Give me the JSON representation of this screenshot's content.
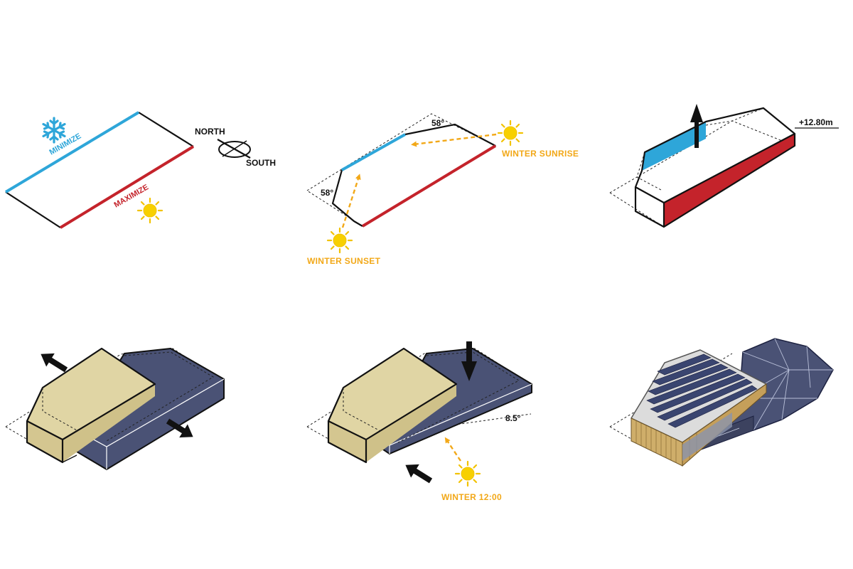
{
  "labels": {
    "minimize": "MINIMIZE",
    "maximize": "MAXIMIZE",
    "north": "NORTH",
    "south": "SOUTH",
    "angle_top": "58°",
    "angle_left": "58°",
    "winter_sunrise": "WINTER SUNRISE",
    "winter_sunset": "WINTER SUNSET",
    "height": "+12.80m",
    "slope": "8.5°",
    "winter_noon": "WINTER 12:00"
  },
  "colors": {
    "blue": "#2ea6d9",
    "red": "#c4232b",
    "sun": "#f7d000",
    "orange_label": "#f2a818",
    "tan_volume": "#e0d5a4",
    "navy_volume": "#4a5275"
  },
  "icons": [
    "snowflake-icon",
    "sun-icon",
    "compass-icon",
    "arrow-icon"
  ]
}
